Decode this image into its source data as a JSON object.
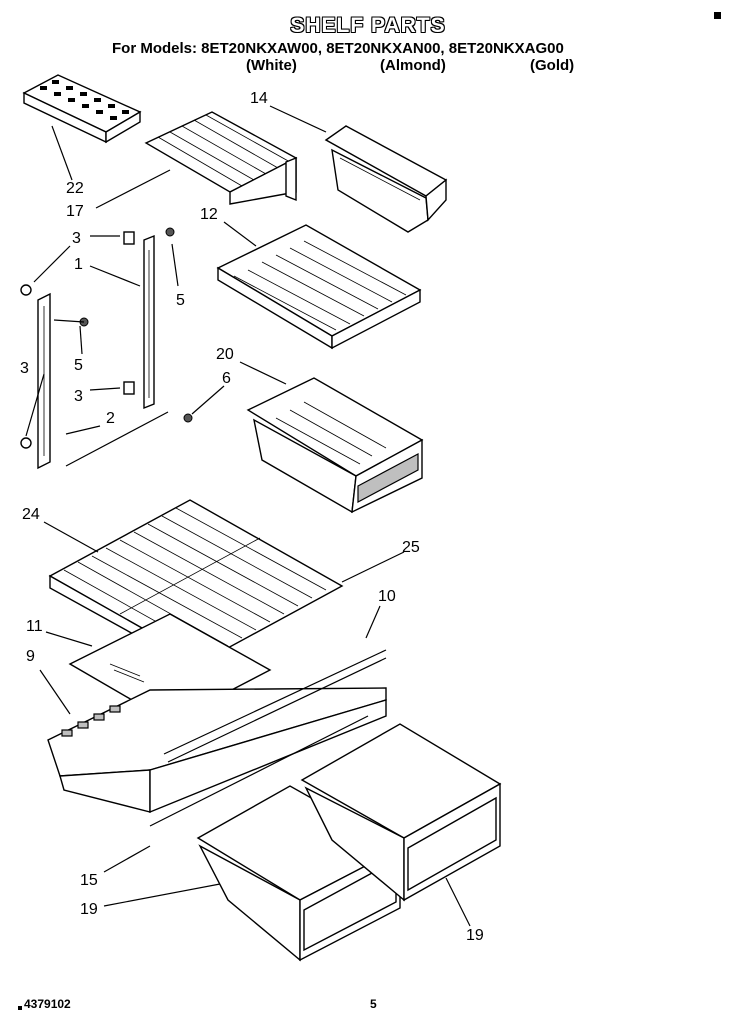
{
  "title": "SHELF PARTS",
  "models_line": "For Models: 8ET20NKXAW00, 8ET20NKXAN00, 8ET20NKXAG00",
  "colors": [
    "(White)",
    "(Almond)",
    "(Gold)"
  ],
  "labels": {
    "p22": "22",
    "p17": "17",
    "p14": "14",
    "p12": "12",
    "p3a": "3",
    "p1": "1",
    "p5a": "5",
    "p3b": "3",
    "p5b": "5",
    "p3c": "3",
    "p3d": "3",
    "p6": "6",
    "p2": "2",
    "p20": "20",
    "p24": "24",
    "p25": "25",
    "p10": "10",
    "p11": "11",
    "p9": "9",
    "p15": "15",
    "p19a": "19",
    "p19b": "19"
  },
  "footer": {
    "doc_number": "4379102",
    "page_number": "5"
  }
}
